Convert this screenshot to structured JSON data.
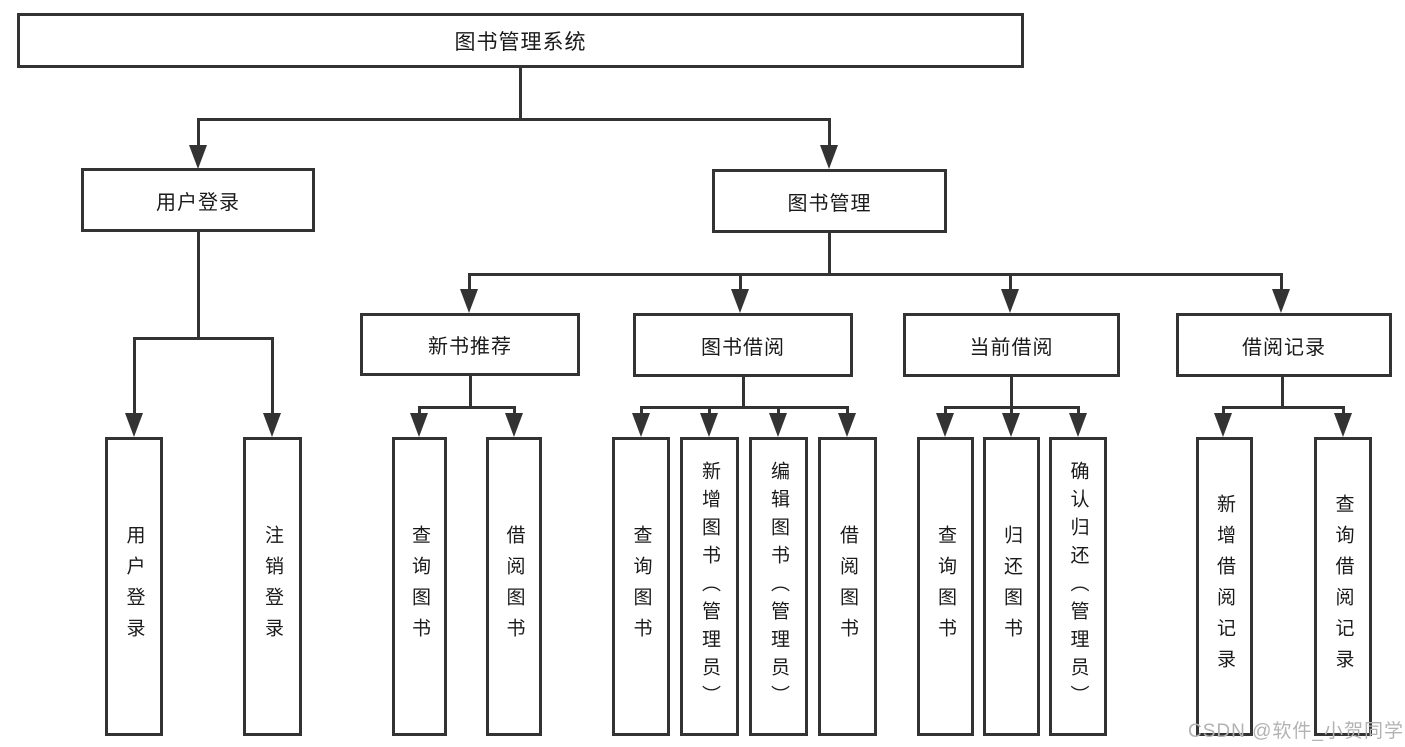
{
  "diagram": {
    "title": "图书管理系统",
    "level2": {
      "user_login": "用户登录",
      "book_mgmt": "图书管理"
    },
    "level3": {
      "new_books": "新书推荐",
      "book_borrow": "图书借阅",
      "current_borrow": "当前借阅",
      "borrow_records": "借阅记录"
    },
    "leaves": {
      "login": "用户登录",
      "logout": "注销登录",
      "nb_query": "查询图书",
      "nb_borrow": "借阅图书",
      "bb_query": "查询图书",
      "bb_add": "新增图书（管理员）",
      "bb_edit": "编辑图书（管理员）",
      "bb_borrow": "借阅图书",
      "cb_query": "查询图书",
      "cb_return": "归还图书",
      "cb_confirm": "确认归还（管理员）",
      "br_add": "新增借阅记录",
      "br_query": "查询借阅记录"
    }
  },
  "watermark": "CSDN @软件_小贺同学",
  "colors": {
    "line": "#333333",
    "text": "#1a1a1a",
    "watermark": "#b3b3b3"
  }
}
